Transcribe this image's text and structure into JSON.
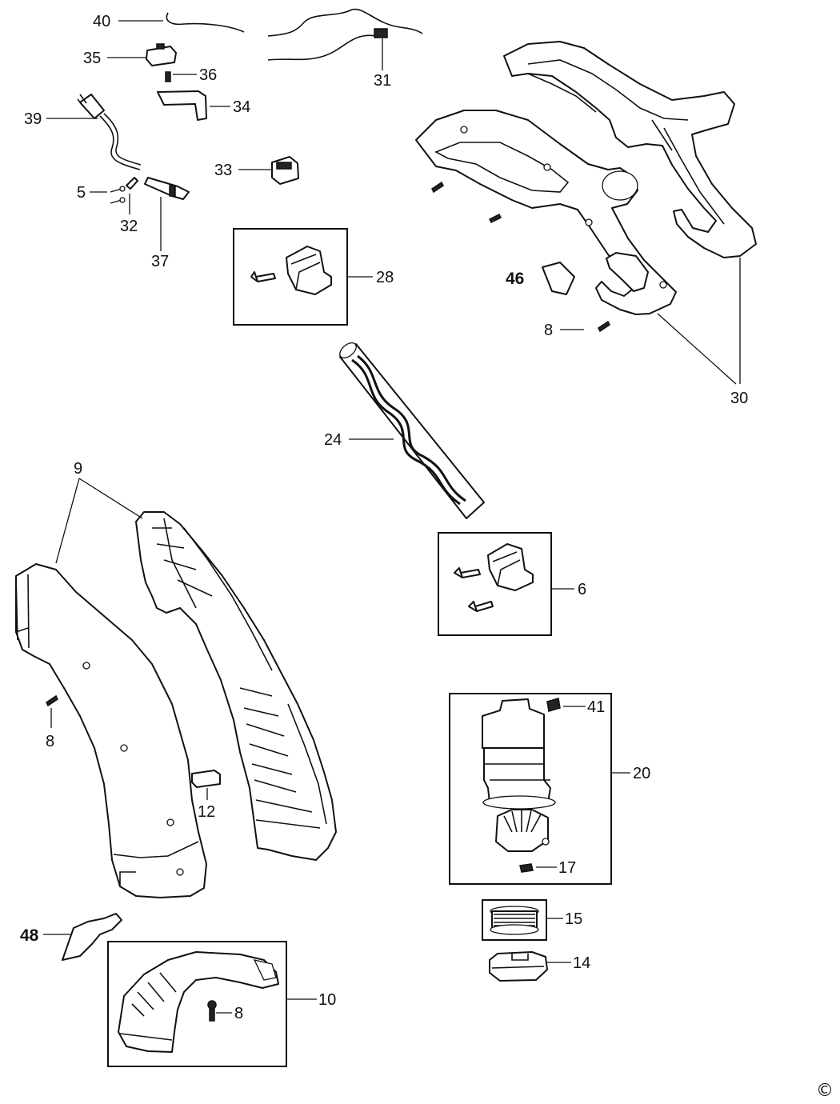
{
  "copyright_symbol": "©",
  "labels": {
    "p40": "40",
    "p35": "35",
    "p36": "36",
    "p31": "31",
    "p39": "39",
    "p34": "34",
    "p33": "33",
    "p5": "5",
    "p32": "32",
    "p37": "37",
    "p28": "28",
    "p46": "46",
    "p8a": "8",
    "p30": "30",
    "p24": "24",
    "p9": "9",
    "p6": "6",
    "p8b": "8",
    "p41": "41",
    "p20": "20",
    "p12": "12",
    "p17": "17",
    "p15": "15",
    "p48": "48",
    "p14": "14",
    "p10": "10",
    "p8c": "8"
  }
}
